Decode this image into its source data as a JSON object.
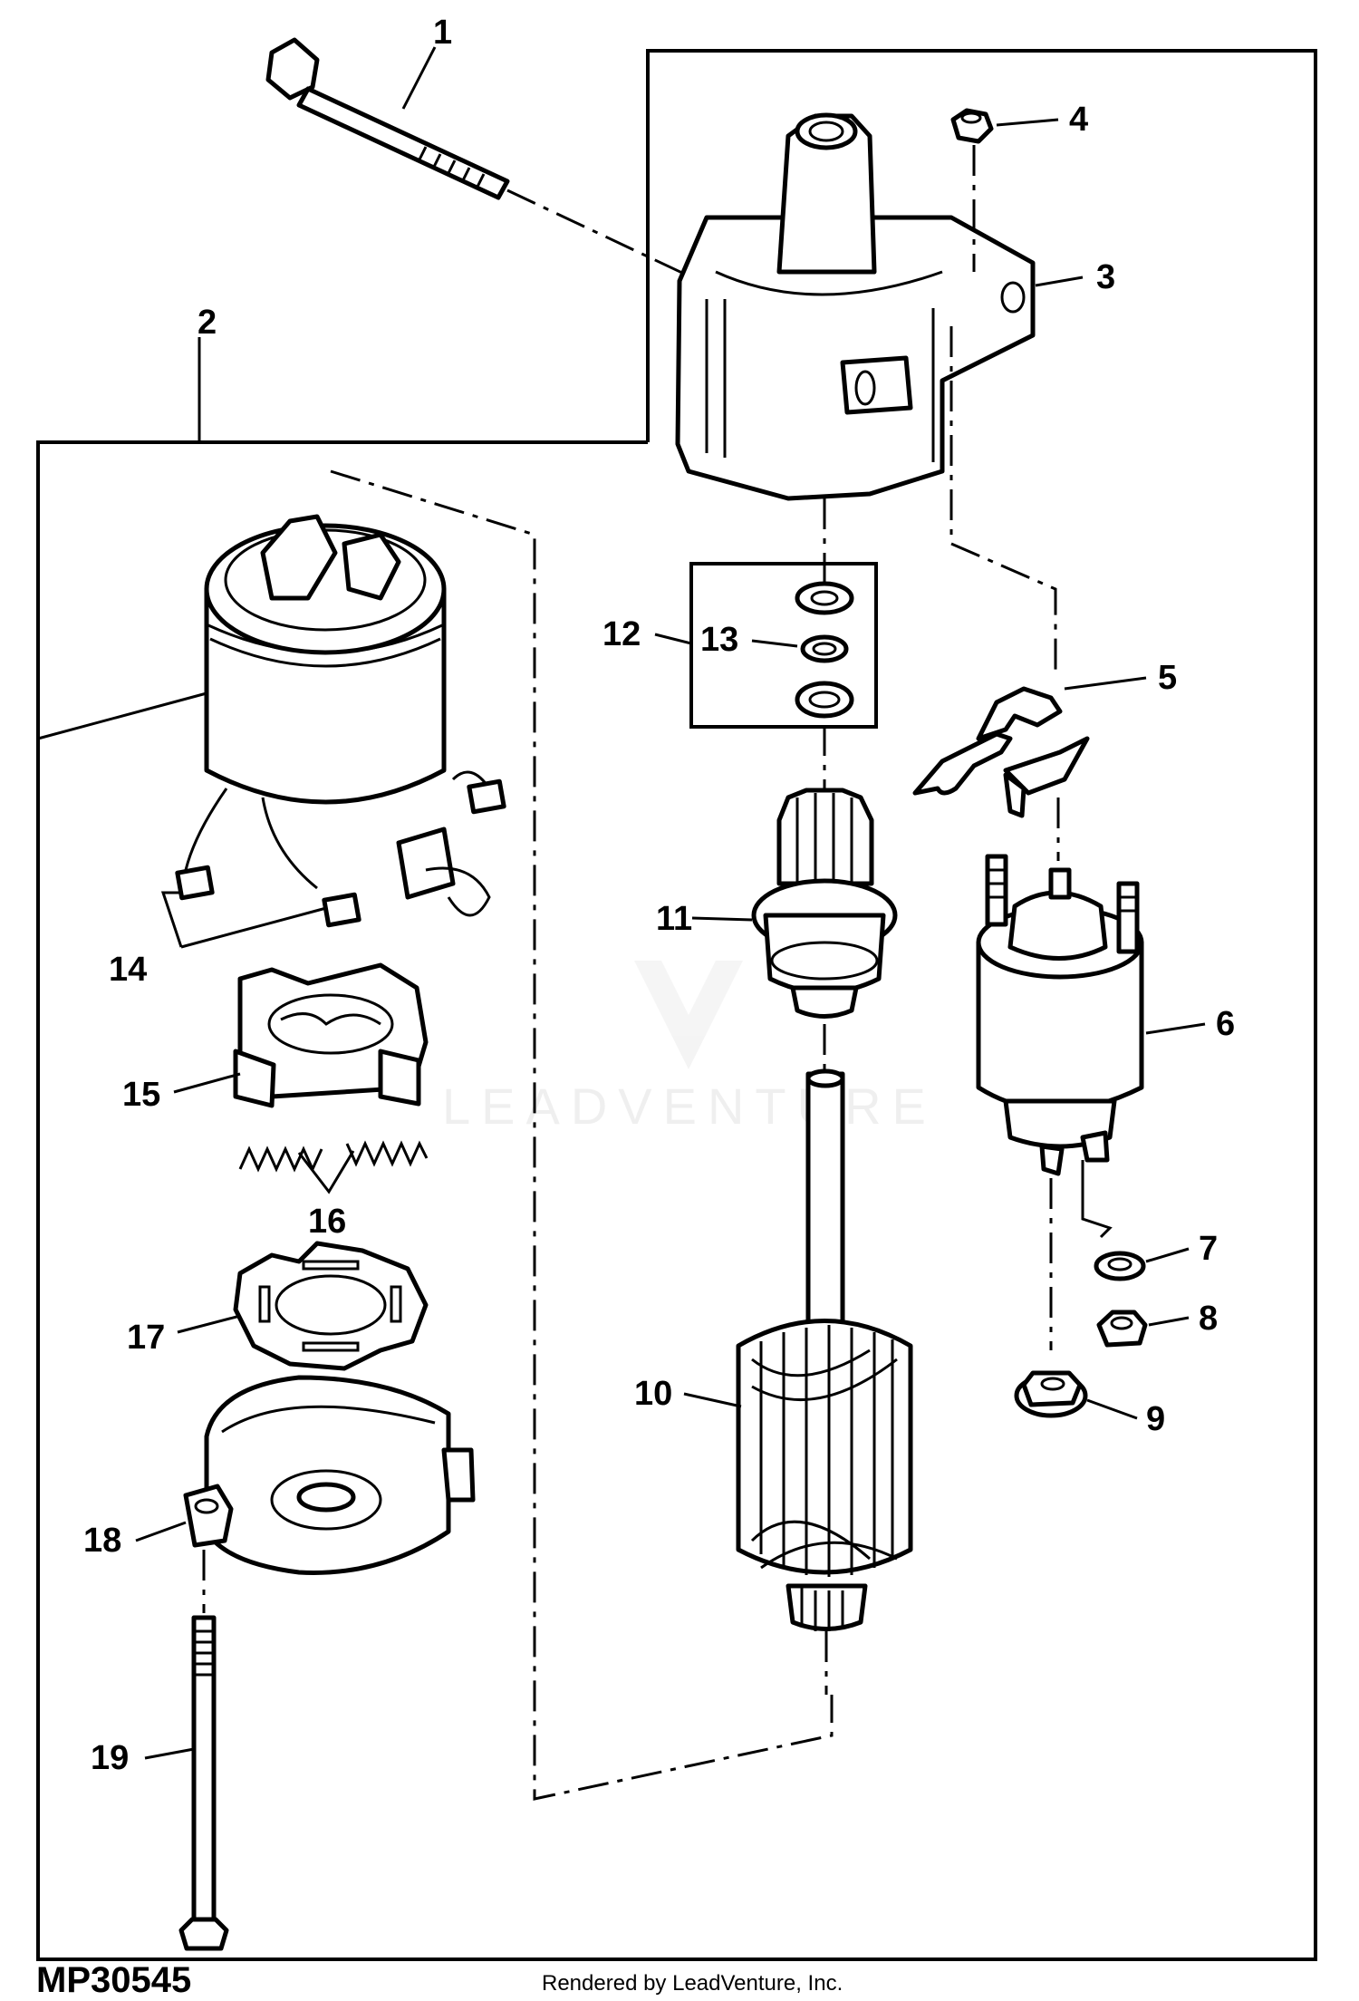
{
  "diagram": {
    "callouts": [
      {
        "id": "1",
        "label": "1"
      },
      {
        "id": "2",
        "label": "2"
      },
      {
        "id": "3",
        "label": "3"
      },
      {
        "id": "4",
        "label": "4"
      },
      {
        "id": "5",
        "label": "5"
      },
      {
        "id": "6",
        "label": "6"
      },
      {
        "id": "7",
        "label": "7"
      },
      {
        "id": "8",
        "label": "8"
      },
      {
        "id": "9",
        "label": "9"
      },
      {
        "id": "10",
        "label": "10"
      },
      {
        "id": "11",
        "label": "11"
      },
      {
        "id": "12",
        "label": "12"
      },
      {
        "id": "13",
        "label": "13"
      },
      {
        "id": "14",
        "label": "14"
      },
      {
        "id": "15",
        "label": "15"
      },
      {
        "id": "16",
        "label": "16"
      },
      {
        "id": "17",
        "label": "17"
      },
      {
        "id": "18",
        "label": "18"
      },
      {
        "id": "19",
        "label": "19"
      }
    ],
    "figure_code": "MP30545",
    "credit": "Rendered by LeadVenture, Inc.",
    "watermark": "LEADVENTURE"
  }
}
